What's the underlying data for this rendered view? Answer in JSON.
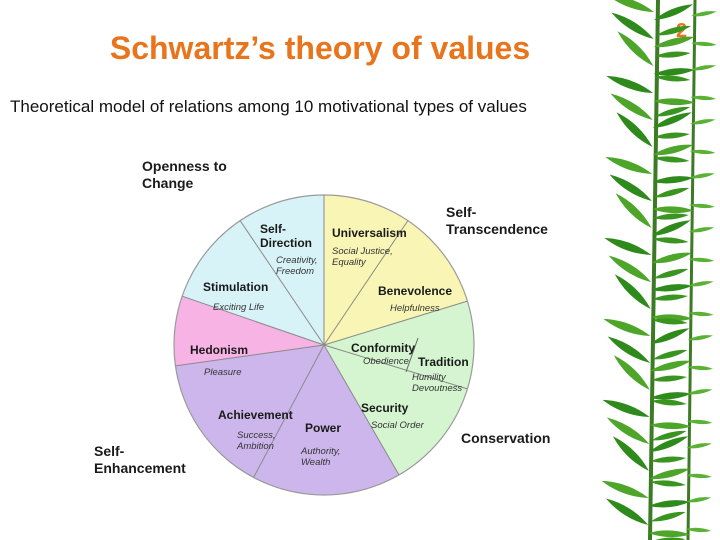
{
  "slide": {
    "title": "Schwartz’s theory of values",
    "number": "2",
    "subtitle": "Theoretical model of relations among 10 motivational types of values"
  },
  "diagram": {
    "outer_labels": {
      "openness": [
        "Openness to",
        "Change"
      ],
      "self_transcendence": [
        "Self-",
        "Transcendence"
      ],
      "conservation": [
        "Conservation"
      ],
      "self_enhancement": [
        "Self-",
        "Enhancement"
      ]
    },
    "values": {
      "self_direction": {
        "title": [
          "Self-",
          "Direction"
        ],
        "sub": [
          "Creativity,",
          "Freedom"
        ]
      },
      "universalism": {
        "title": [
          "Universalism"
        ],
        "sub": [
          "Social Justice,",
          "Equality"
        ]
      },
      "benevolence": {
        "title": [
          "Benevolence"
        ],
        "sub": [
          "Helpfulness"
        ]
      },
      "stimulation": {
        "title": [
          "Stimulation"
        ],
        "sub": [
          "Exciting Life"
        ]
      },
      "hedonism": {
        "title": [
          "Hedonism"
        ],
        "sub": [
          "Pleasure"
        ]
      },
      "conformity": {
        "title": [
          "Conformity"
        ],
        "sub": [
          "Obedience"
        ]
      },
      "tradition": {
        "title": [
          "Tradition"
        ],
        "sub": [
          "Humility",
          "Devoutness"
        ]
      },
      "security": {
        "title": [
          "Security"
        ],
        "sub": [
          "Social Order"
        ]
      },
      "achievement": {
        "title": [
          "Achievement"
        ],
        "sub": [
          "Success,",
          "Ambition"
        ]
      },
      "power": {
        "title": [
          "Power"
        ],
        "sub": [
          "Authority,",
          "Wealth"
        ]
      }
    },
    "colors": {
      "openness": "#d7f3f8",
      "self_transcendence": "#f9f6b5",
      "conservation": "#d4f5d0",
      "self_enhancement": "#cdb6ec",
      "hedonism": "#f6b3e3",
      "title": "#e8741c",
      "bamboo": "#2f8a1c"
    }
  }
}
